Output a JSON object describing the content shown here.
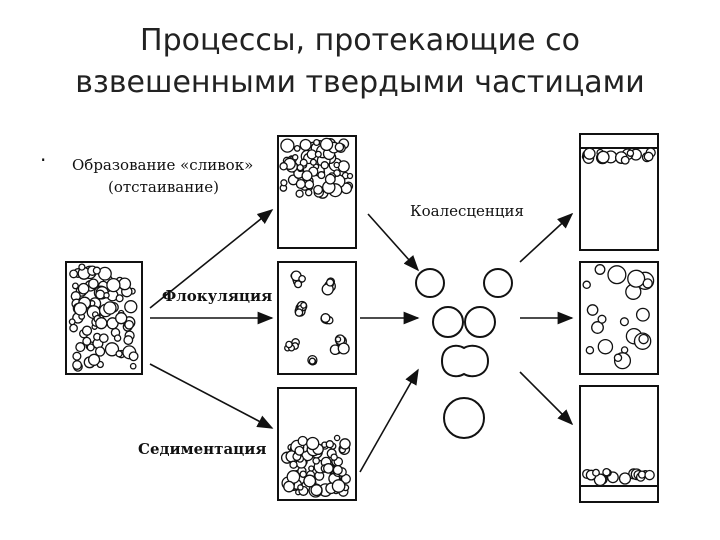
{
  "title": {
    "line1": "Процессы, протекающие со",
    "line2": "взвешенными твердыми частицами"
  },
  "bullet": ".",
  "labels": {
    "creaming_line1": "Образование «сливок»",
    "creaming_line2": "(отстаивание)",
    "coalescence": "Коалесценция",
    "flocculation": "Флокуляция",
    "sedimentation": "Седиментация"
  }
}
